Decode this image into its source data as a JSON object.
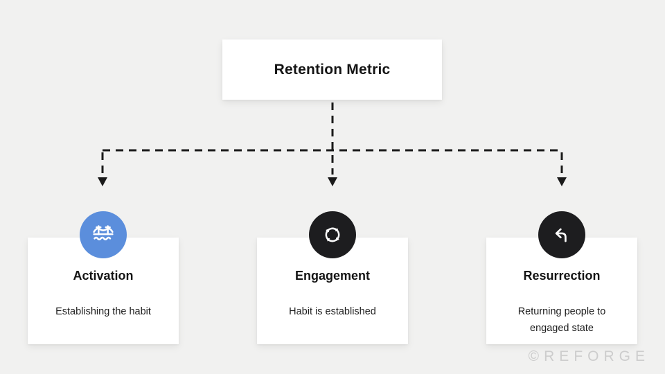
{
  "diagram": {
    "root": {
      "label": "Retention Metric"
    },
    "branches": [
      {
        "title": "Activation",
        "description": "Establishing the habit",
        "icon": "bridge-icon",
        "icon_color": "#5b8edc"
      },
      {
        "title": "Engagement",
        "description": "Habit is established",
        "icon": "cycle-arrows-icon",
        "icon_color": "#1d1d1f"
      },
      {
        "title": "Resurrection",
        "description": "Returning people to engaged state",
        "icon": "return-arrow-icon",
        "icon_color": "#1d1d1f"
      }
    ]
  },
  "watermark": {
    "label": "©REFORGE",
    "color": "#cdcdcd"
  },
  "colors": {
    "background": "#f1f1f0",
    "card_background": "#ffffff",
    "connector": "#1a1a1a",
    "title_text": "#141414",
    "body_text": "#1d1d1d",
    "activation_accent": "#5b8edc",
    "dark_icon_background": "#1d1d1f"
  }
}
